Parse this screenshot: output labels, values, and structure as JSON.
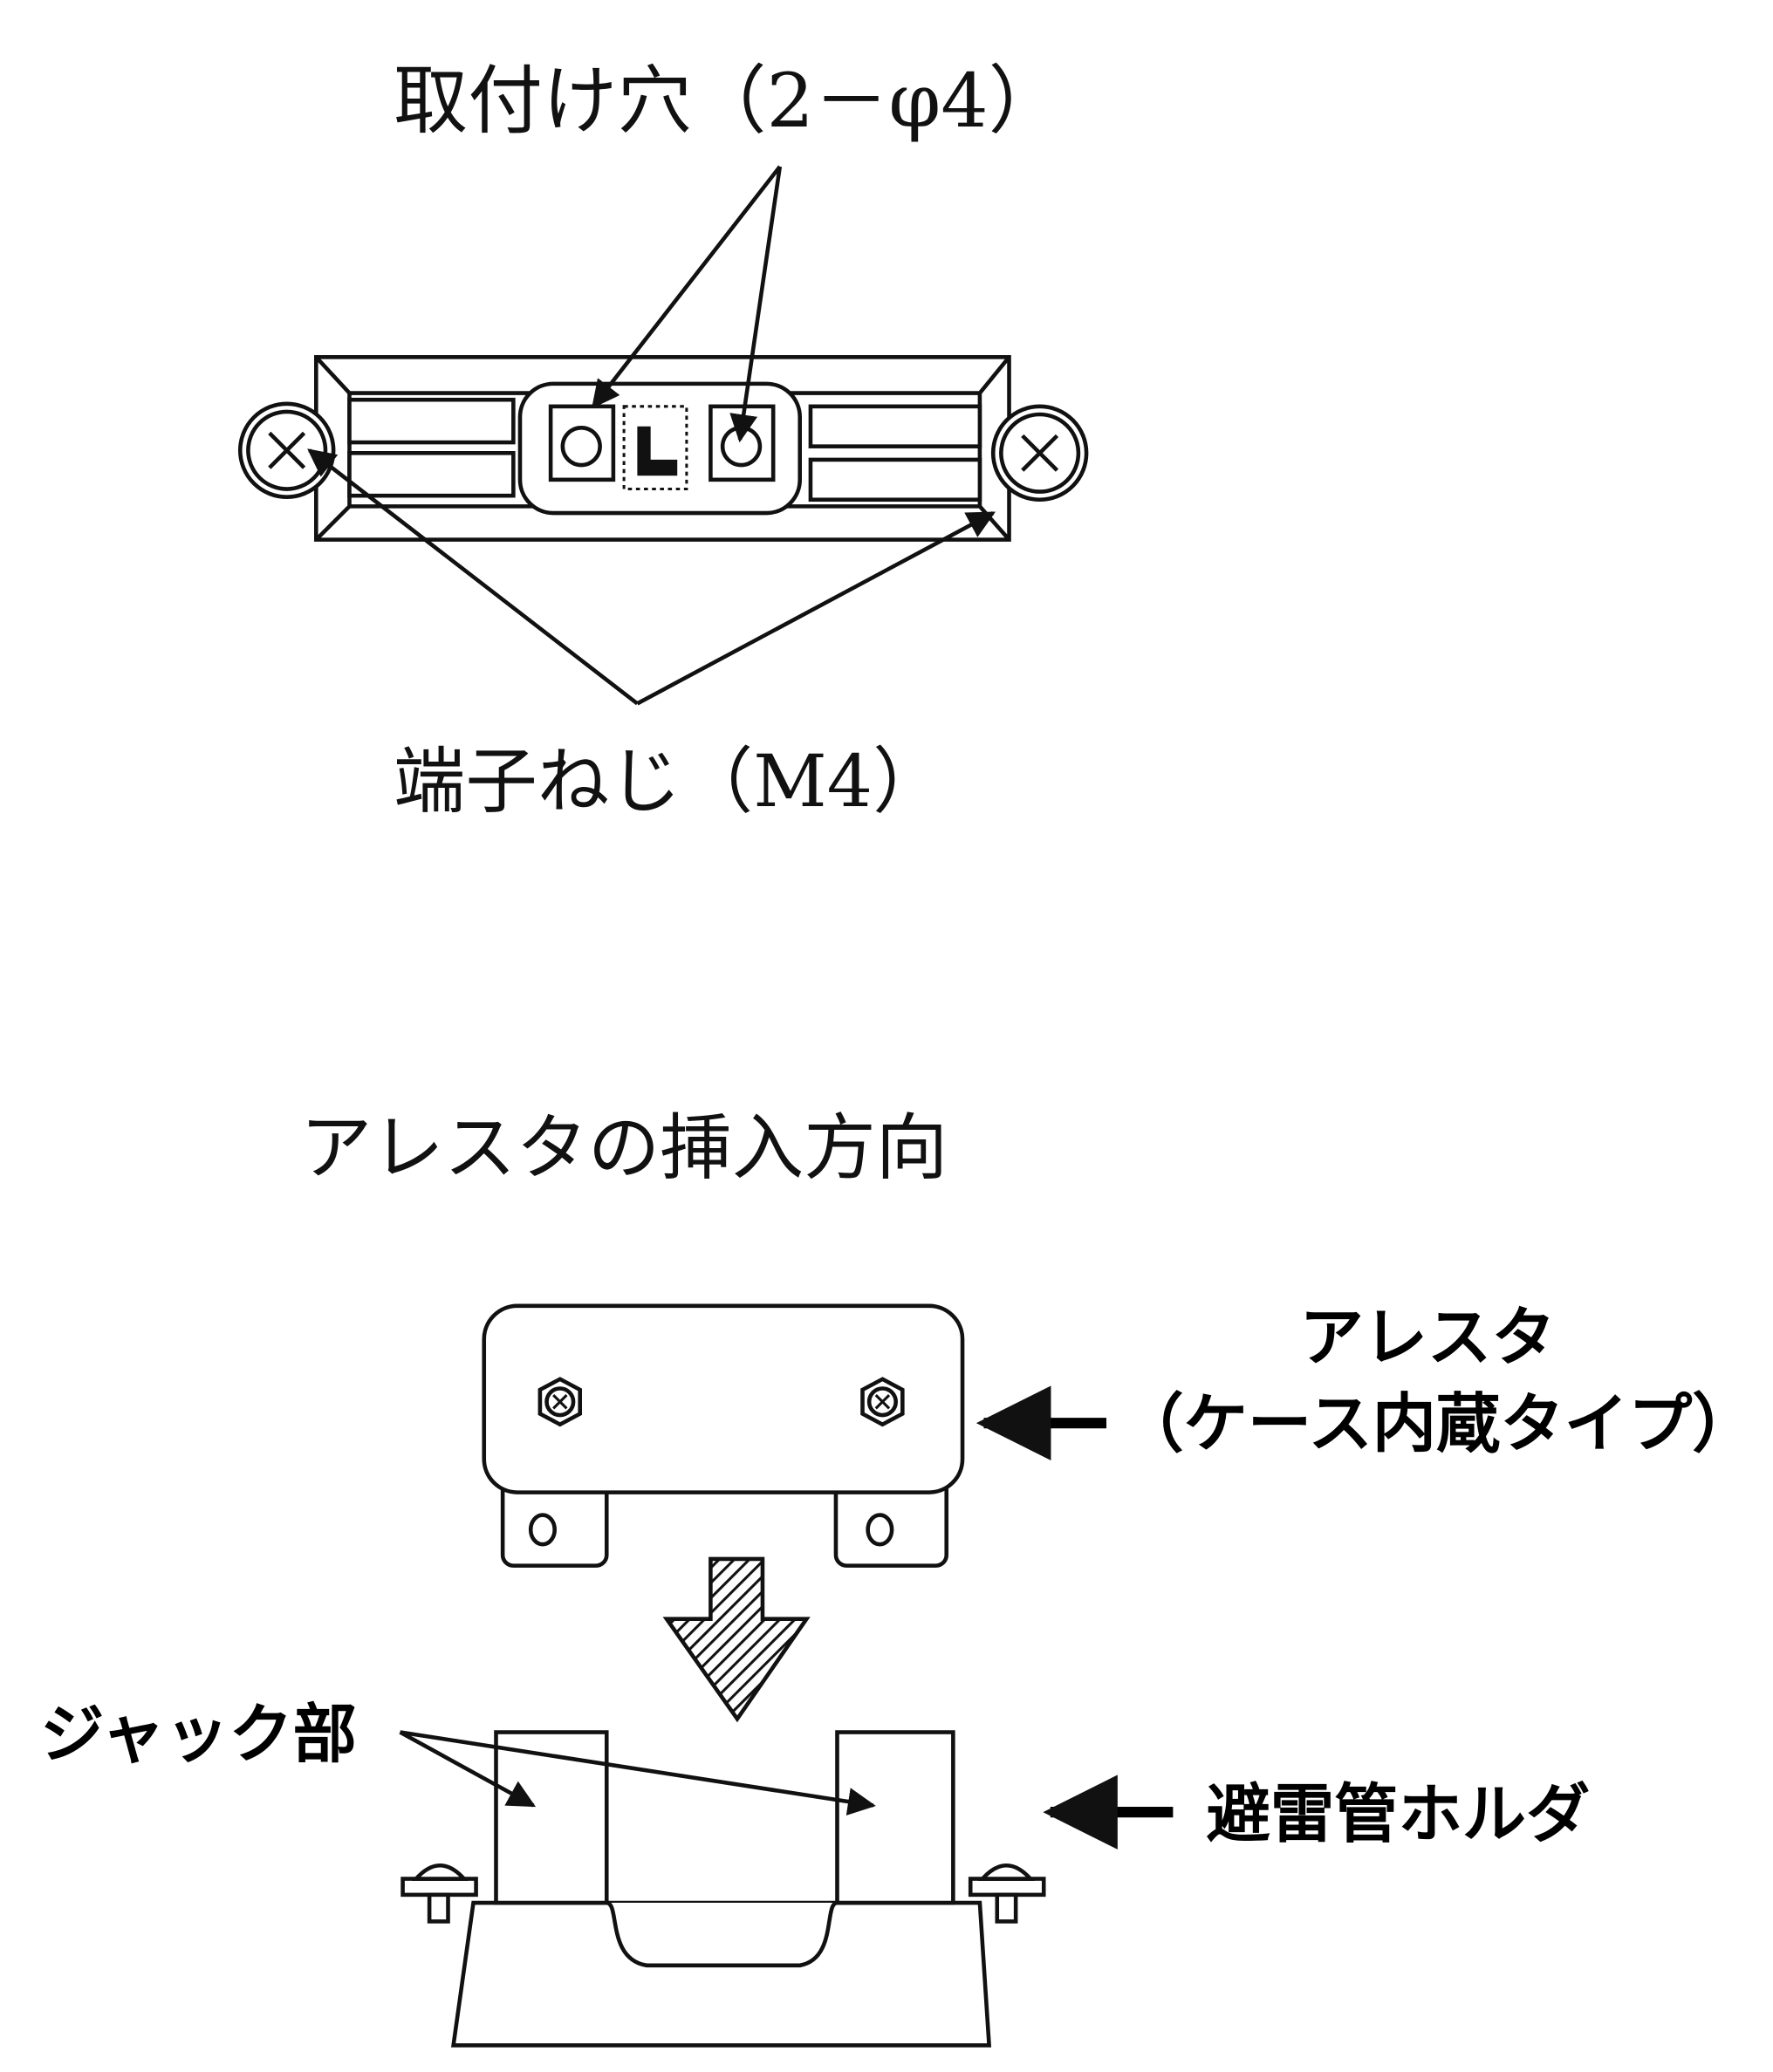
{
  "top_diagram": {
    "mounting_hole_label": "取付け穴（2－φ4）",
    "terminal_screw_label": "端子ねじ（M4）"
  },
  "bottom_diagram": {
    "title": "アレスタの挿入方向",
    "arrester_label": "アレスタ",
    "arrester_sublabel": "（ケース内蔵タイプ）",
    "jack_label": "ジャック部",
    "holder_label": "避雷管ホルダ"
  }
}
